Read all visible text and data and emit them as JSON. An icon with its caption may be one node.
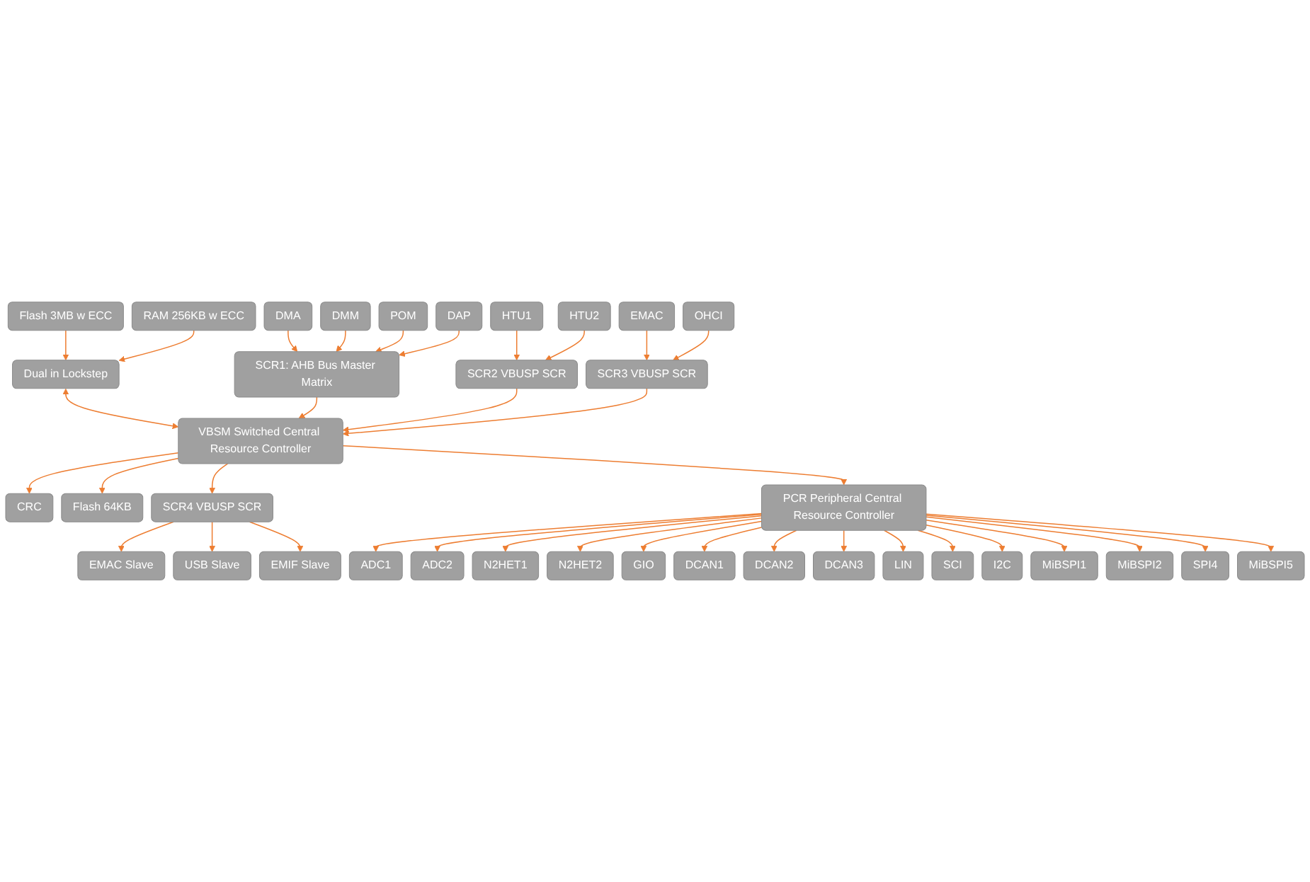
{
  "diagram": {
    "nodes": [
      {
        "text": [
          "Flash 3MB w ECC"
        ]
      },
      {
        "text": [
          "RAM 256KB w ECC"
        ]
      },
      {
        "text": [
          "DMA"
        ]
      },
      {
        "text": [
          "DMM"
        ]
      },
      {
        "text": [
          "POM"
        ]
      },
      {
        "text": [
          "DAP"
        ]
      },
      {
        "text": [
          "HTU1"
        ]
      },
      {
        "text": [
          "HTU2"
        ]
      },
      {
        "text": [
          "EMAC"
        ]
      },
      {
        "text": [
          "OHCI"
        ]
      },
      {
        "text": [
          "Dual in Lockstep"
        ]
      },
      {
        "text": [
          "SCR1: AHB Bus Master Matrix"
        ]
      },
      {
        "text": [
          "SCR2 VBUSP SCR"
        ]
      },
      {
        "text": [
          "SCR3 VBUSP SCR"
        ]
      },
      {
        "text": [
          "VBSM Switched Central Resource Controller"
        ]
      },
      {
        "text": [
          "CRC"
        ]
      },
      {
        "text": [
          "Flash 64KB"
        ]
      },
      {
        "text": [
          "SCR4 VBUSP SCR"
        ]
      },
      {
        "text": [
          "PCR Peripheral Central Resource Controller"
        ]
      },
      {
        "text": [
          "EMAC Slave"
        ]
      },
      {
        "text": [
          "USB Slave"
        ]
      },
      {
        "text": [
          "EMIF Slave"
        ]
      },
      {
        "text": [
          "ADC1"
        ]
      },
      {
        "text": [
          "ADC2"
        ]
      },
      {
        "text": [
          "N2HET1"
        ]
      },
      {
        "text": [
          "N2HET2"
        ]
      },
      {
        "text": [
          "GIO"
        ]
      },
      {
        "text": [
          "DCAN1"
        ]
      },
      {
        "text": [
          "DCAN2"
        ]
      },
      {
        "text": [
          "DCAN3"
        ]
      },
      {
        "text": [
          "LIN"
        ]
      },
      {
        "text": [
          "SCI"
        ]
      },
      {
        "text": [
          "I2C"
        ]
      },
      {
        "text": [
          "MiBSPI1"
        ]
      },
      {
        "text": [
          "MiBSPI2"
        ]
      },
      {
        "text": [
          "SPI4"
        ]
      },
      {
        "text": [
          "MiBSPI5"
        ]
      }
    ],
    "edges": [
      {
        "from": 0,
        "to": 10,
        "arrow": "to"
      },
      {
        "from": 1,
        "to": 10,
        "arrow": "to"
      },
      {
        "from": 2,
        "to": 11,
        "arrow": "to"
      },
      {
        "from": 3,
        "to": 11,
        "arrow": "to"
      },
      {
        "from": 4,
        "to": 11,
        "arrow": "to"
      },
      {
        "from": 5,
        "to": 11,
        "arrow": "to"
      },
      {
        "from": 6,
        "to": 12,
        "arrow": "to"
      },
      {
        "from": 7,
        "to": 12,
        "arrow": "to"
      },
      {
        "from": 8,
        "to": 13,
        "arrow": "to"
      },
      {
        "from": 9,
        "to": 13,
        "arrow": "to"
      },
      {
        "from": 10,
        "to": 14,
        "arrow": "both"
      },
      {
        "from": 11,
        "to": 14,
        "arrow": "to"
      },
      {
        "from": 12,
        "to": 14,
        "arrow": "to"
      },
      {
        "from": 13,
        "to": 14,
        "arrow": "to"
      },
      {
        "from": 14,
        "to": 15,
        "arrow": "to"
      },
      {
        "from": 14,
        "to": 16,
        "arrow": "to"
      },
      {
        "from": 14,
        "to": 17,
        "arrow": "to"
      },
      {
        "from": 14,
        "to": 18,
        "arrow": "to"
      },
      {
        "from": 17,
        "to": 19,
        "arrow": "to"
      },
      {
        "from": 17,
        "to": 20,
        "arrow": "to"
      },
      {
        "from": 17,
        "to": 21,
        "arrow": "to"
      },
      {
        "from": 18,
        "to": 22,
        "arrow": "to"
      },
      {
        "from": 18,
        "to": 23,
        "arrow": "to"
      },
      {
        "from": 18,
        "to": 24,
        "arrow": "to"
      },
      {
        "from": 18,
        "to": 25,
        "arrow": "to"
      },
      {
        "from": 18,
        "to": 26,
        "arrow": "to"
      },
      {
        "from": 18,
        "to": 27,
        "arrow": "to"
      },
      {
        "from": 18,
        "to": 28,
        "arrow": "to"
      },
      {
        "from": 18,
        "to": 29,
        "arrow": "to"
      },
      {
        "from": 18,
        "to": 30,
        "arrow": "to"
      },
      {
        "from": 18,
        "to": 31,
        "arrow": "to"
      },
      {
        "from": 18,
        "to": 32,
        "arrow": "to"
      },
      {
        "from": 18,
        "to": 33,
        "arrow": "to"
      },
      {
        "from": 18,
        "to": 34,
        "arrow": "to"
      },
      {
        "from": 18,
        "to": 35,
        "arrow": "to"
      },
      {
        "from": 18,
        "to": 36,
        "arrow": "to"
      }
    ]
  }
}
